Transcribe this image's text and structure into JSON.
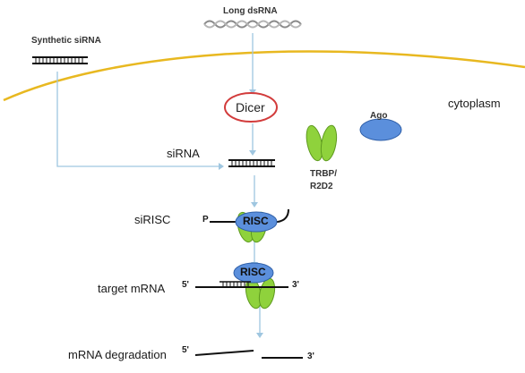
{
  "labels": {
    "long_dsrna": "Long dsRNA",
    "synthetic_sirna": "Synthetic siRNA",
    "cytoplasm": "cytoplasm",
    "dicer": "Dicer",
    "ago": "Ago",
    "sirna": "siRNA",
    "trbp_r2d2": "TRBP/\nR2D2",
    "sirisc": "siRISC",
    "risc_1": "RISC",
    "risc_2": "RISC",
    "phosphate": "P",
    "target_mrna": "target mRNA",
    "five_prime_1": "5'",
    "three_prime_1": "3'",
    "mrna_degradation": "mRNA degradation",
    "five_prime_2": "5'",
    "three_prime_2": "3'"
  },
  "colors": {
    "membrane": "#e8b820",
    "arrow": "#9fc6e0",
    "dicer_ring": "#d23b3b",
    "ago_fill": "#5b8fdc",
    "ago_stroke": "#2f5fa8",
    "trbp_fill": "#8fd23c",
    "trbp_stroke": "#5e9a1f",
    "strand": "#111111"
  }
}
